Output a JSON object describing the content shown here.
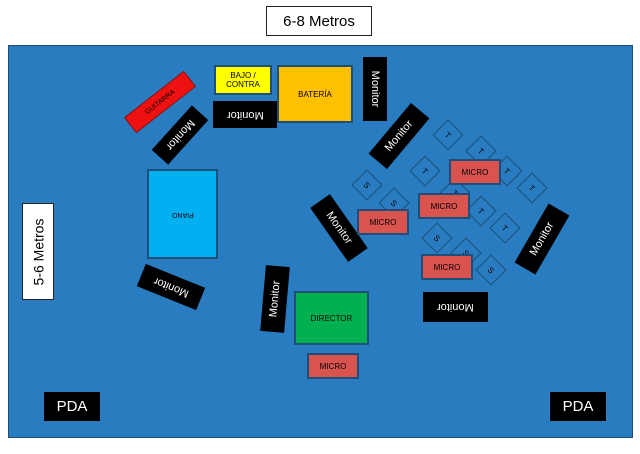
{
  "dimensions": {
    "width": "6-8 Metros",
    "height": "5-6 Metros"
  },
  "instruments": {
    "guitarra": "GUITARRA",
    "bajo": "BAJO / CONTRA",
    "bateria": "BATERÍA",
    "piano": "PIANO",
    "director": "DIRECTOR"
  },
  "monitor_label": "Monitor",
  "micro_label": "MICRO",
  "pda_label": "PDA",
  "singer_labels": {
    "soprano": "S",
    "tenor": "T"
  },
  "colors": {
    "stage": "#2a7cc0",
    "guitarra": "#ee1111",
    "bajo": "#ffff00",
    "bateria": "#ffc000",
    "piano": "#00b0f0",
    "director": "#00b050",
    "micro": "#d9534f",
    "monitor": "#000000"
  }
}
